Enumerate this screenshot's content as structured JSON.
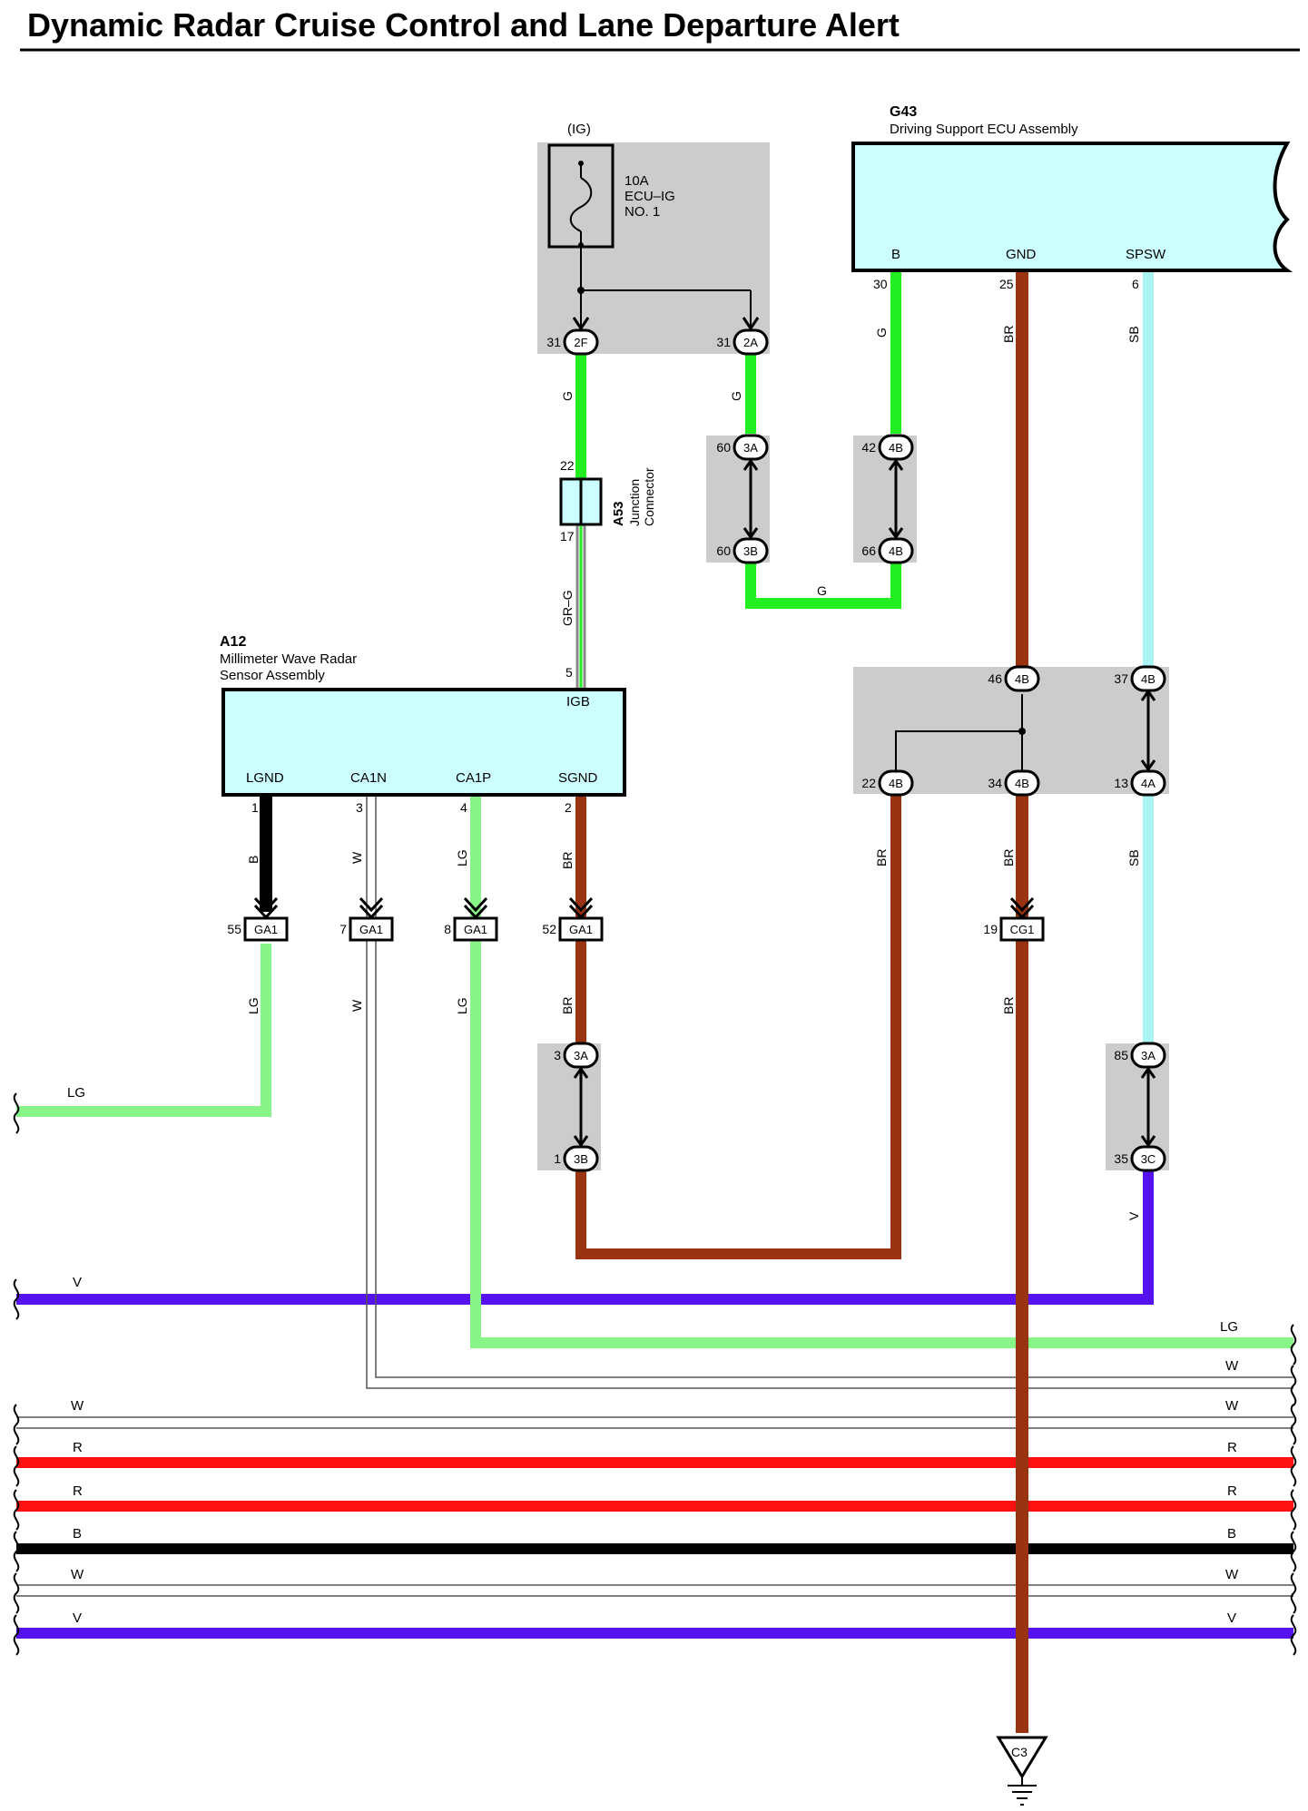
{
  "title": "Dynamic Radar Cruise Control and Lane Departure Alert",
  "colors": {
    "G": "#22ee22",
    "LG": "#88f588",
    "BR": "#993311",
    "SB": "#aaf4f4",
    "V": "#5511ee",
    "R": "#ff1111",
    "B": "#000000",
    "W": "#ffffff",
    "ecu_fill": "#ccffff",
    "connector_shade": "#cccccc"
  },
  "fuse": {
    "supply": "(IG)",
    "rating": "10A",
    "name_line1": "ECU–IG",
    "name_line2": "NO. 1",
    "out_left": {
      "pin": "31",
      "connector": "2F"
    },
    "out_right": {
      "pin": "31",
      "connector": "2A"
    }
  },
  "g43": {
    "code": "G43",
    "name": "Driving Support ECU Assembly",
    "pins": [
      {
        "label": "B",
        "pin": "30",
        "wire": "G"
      },
      {
        "label": "GND",
        "pin": "25",
        "wire": "BR"
      },
      {
        "label": "SPSW",
        "pin": "6",
        "wire": "SB"
      }
    ]
  },
  "a53": {
    "code": "A53",
    "line1": "Junction",
    "line2": "Connector",
    "pin_top": "22",
    "pin_bottom": "17"
  },
  "a12": {
    "code": "A12",
    "line1": "Millimeter Wave Radar",
    "line2": "Sensor Assembly",
    "igb_label": "IGB",
    "igb_pin": "5",
    "pins": [
      {
        "label": "LGND",
        "pin": "1",
        "wire": "B"
      },
      {
        "label": "CA1N",
        "pin": "3",
        "wire": "W"
      },
      {
        "label": "CA1P",
        "pin": "4",
        "wire": "LG"
      },
      {
        "label": "SGND",
        "pin": "2",
        "wire": "BR"
      }
    ]
  },
  "wires": {
    "g_2f": "G",
    "g_2a": "G",
    "gr_g": "GR–G",
    "g_bottom": "G",
    "ga1_lg": "LG",
    "ga1_w": "W",
    "ga1_lg2": "LG",
    "ga1_br": "BR",
    "br_left": "BR",
    "br_mid": "BR",
    "sb_lower": "SB",
    "br_ground": "BR",
    "v_3c": "V"
  },
  "connectors": {
    "c3a_top": {
      "pin": "60",
      "id": "3A"
    },
    "c3b_bottom": {
      "pin": "60",
      "id": "3B"
    },
    "c4b_top": {
      "pin": "42",
      "id": "4B"
    },
    "c4b_bottom": {
      "pin": "66",
      "id": "4B"
    },
    "j46": {
      "pin": "46",
      "id": "4B"
    },
    "j37": {
      "pin": "37",
      "id": "4B"
    },
    "j22": {
      "pin": "22",
      "id": "4B"
    },
    "j34": {
      "pin": "34",
      "id": "4B"
    },
    "j13": {
      "pin": "13",
      "id": "4A"
    },
    "ga1_55": {
      "pin": "55",
      "id": "GA1"
    },
    "ga1_7": {
      "pin": "7",
      "id": "GA1"
    },
    "ga1_8": {
      "pin": "8",
      "id": "GA1"
    },
    "ga1_52": {
      "pin": "52",
      "id": "GA1"
    },
    "cg1_19": {
      "pin": "19",
      "id": "CG1"
    },
    "s3a_3": {
      "pin": "3",
      "id": "3A"
    },
    "s3b_1": {
      "pin": "1",
      "id": "3B"
    },
    "s3a_85": {
      "pin": "85",
      "id": "3A"
    },
    "s3c_35": {
      "pin": "35",
      "id": "3C"
    }
  },
  "bus_left": [
    "LG",
    "V",
    "W",
    "R",
    "R",
    "B",
    "W",
    "V"
  ],
  "bus_right": [
    "LG",
    "W",
    "W",
    "R",
    "R",
    "B",
    "W",
    "V"
  ],
  "ground": "C3"
}
